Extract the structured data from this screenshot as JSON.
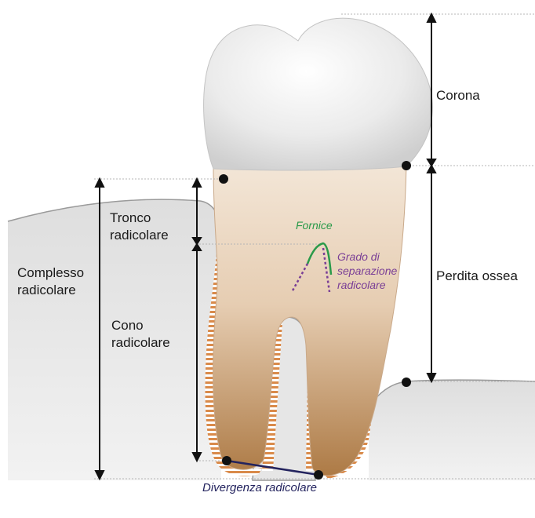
{
  "labels": {
    "corona": "Corona",
    "perdita_ossea": "Perdita ossea",
    "tronco_line1": "Tronco",
    "tronco_line2": "radicolare",
    "complesso_line1": "Complesso",
    "complesso_line2": "radicolare",
    "cono_line1": "Cono",
    "cono_line2": "radicolare",
    "fornice": "Fornice",
    "grado_line1": "Grado di",
    "grado_line2": "separazione",
    "grado_line3": "radicolare",
    "divergenza": "Divergenza radicolare"
  },
  "colors": {
    "bone": "#e8e8e8",
    "bone_edge": "#9a9a9a",
    "ligament": "#d98a4a",
    "root_dark": "#a8753e",
    "root_light": "#f2e3d2",
    "crown": "#ededed",
    "fornice_line": "#2a9a4a",
    "grado_line": "#7a3f96",
    "divergenza_line": "#23235e",
    "guide_line": "#b5b5b5"
  }
}
